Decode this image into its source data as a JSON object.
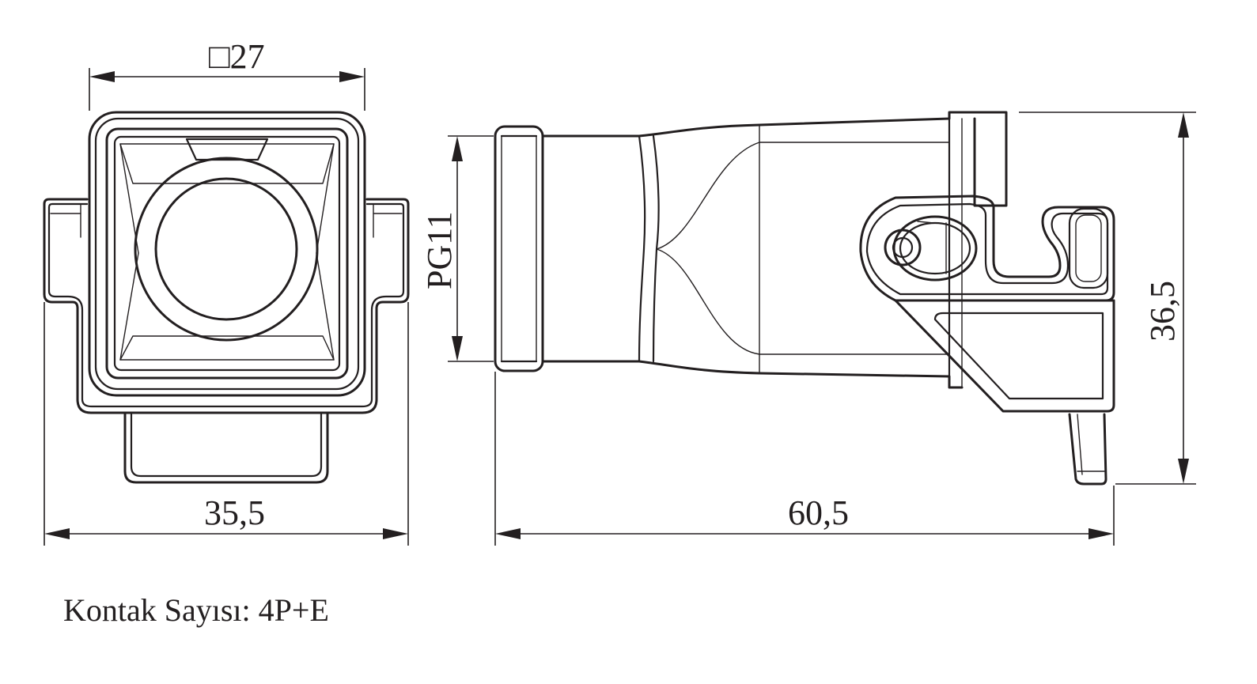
{
  "dimensions": {
    "square_top": "□27",
    "width_front": "35,5",
    "length_side": "60,5",
    "height_side": "36,5",
    "gland": "PG11"
  },
  "caption": "Kontak Sayısı: 4P+E",
  "colors": {
    "line": "#231f20",
    "background": "#ffffff"
  }
}
